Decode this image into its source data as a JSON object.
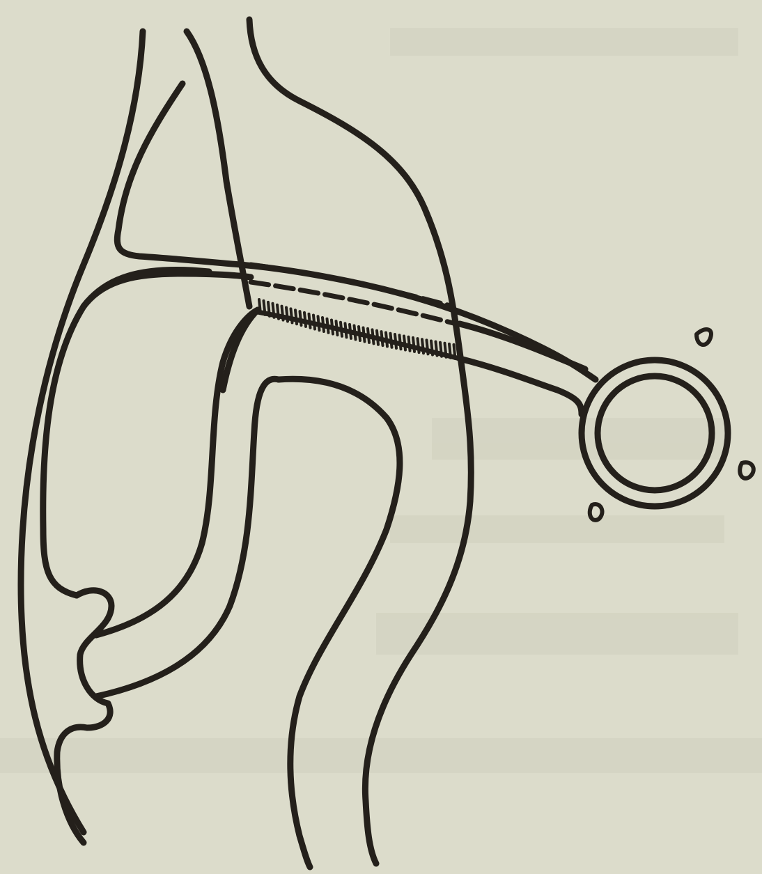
{
  "figure": {
    "background": "#dcdccb",
    "ink_color": "#24201b",
    "paper_texture_color": "#c9c9b6"
  },
  "elements": [
    {
      "name": "outer-wall-curve"
    },
    {
      "name": "inner-wall-curve"
    },
    {
      "name": "central-organ-outline"
    },
    {
      "name": "tube-channel-upper"
    },
    {
      "name": "tube-channel-lower"
    },
    {
      "name": "dashed-tube-segment"
    },
    {
      "name": "hatched-tube-segment"
    },
    {
      "name": "ring-catheter-outer"
    },
    {
      "name": "ring-catheter-inner"
    },
    {
      "name": "ring-arrow-markers"
    },
    {
      "name": "lower-tube-loop"
    },
    {
      "name": "exit-port-fold"
    }
  ]
}
